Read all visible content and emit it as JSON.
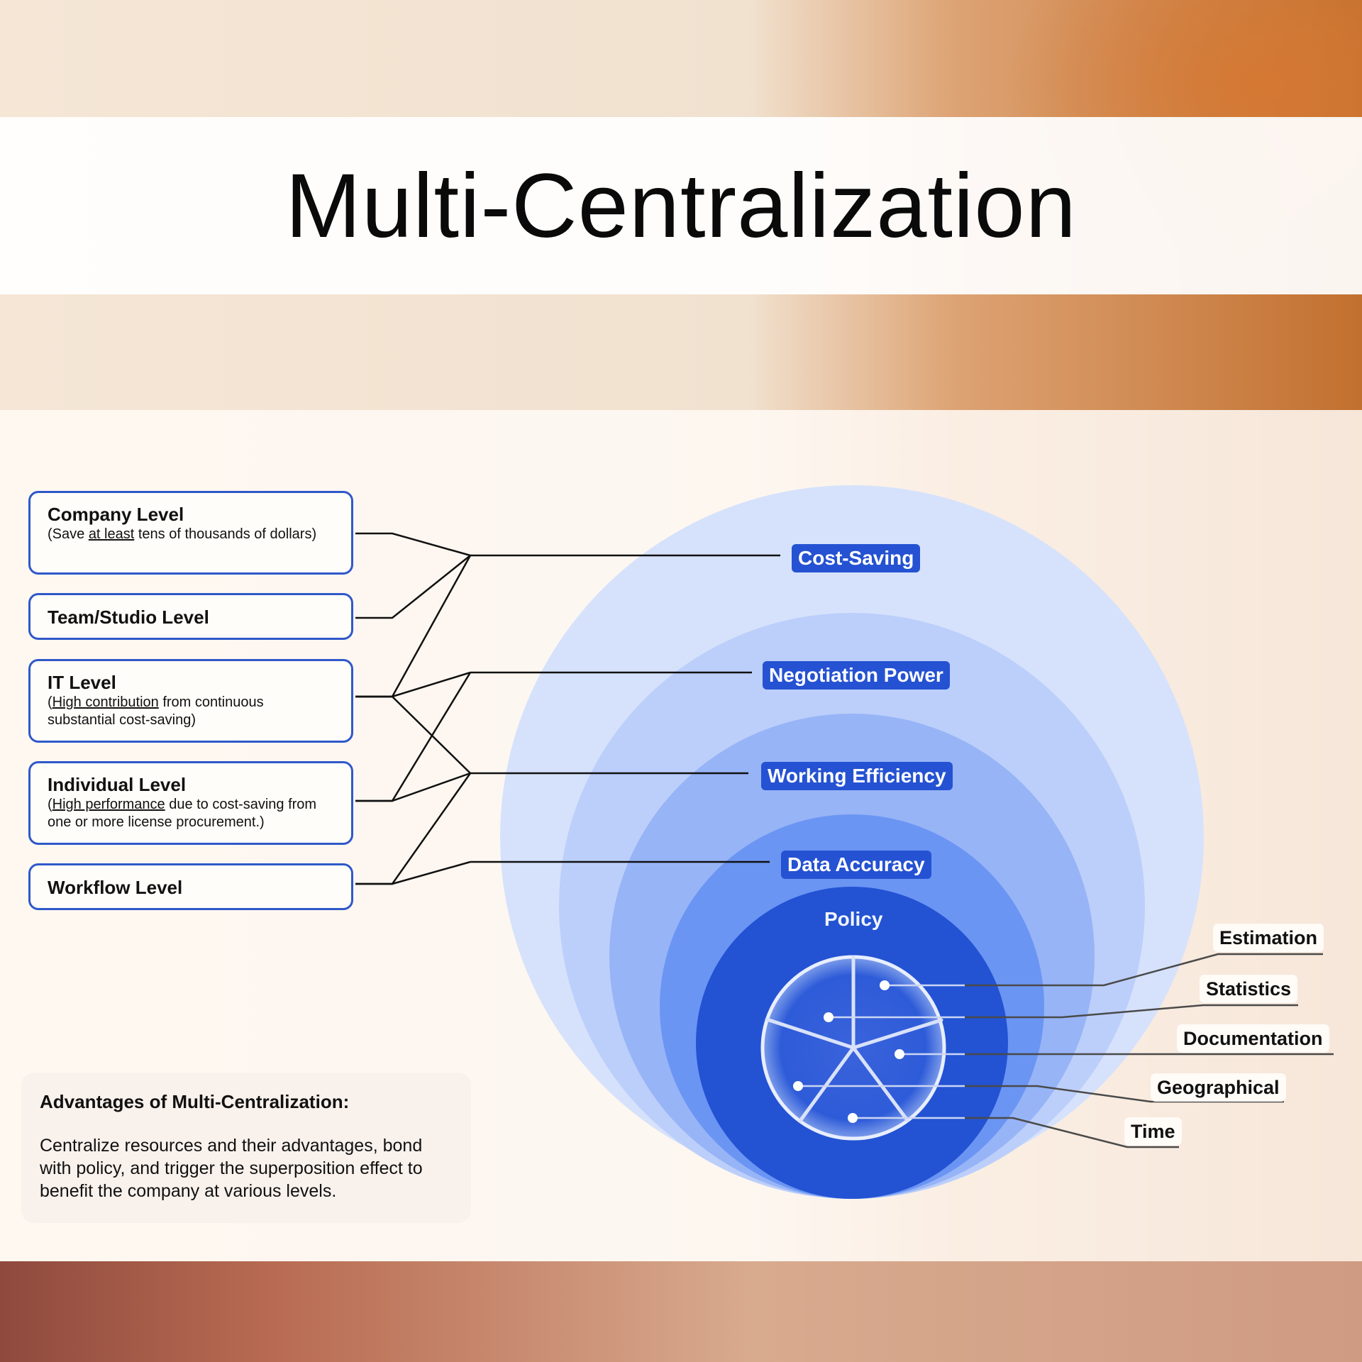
{
  "title": "Multi-Centralization",
  "levels": [
    {
      "title": "Company Level",
      "desc_pre": "(Save ",
      "desc_u": "at least",
      "desc_post": " tens of thousands of dollars)"
    },
    {
      "title": "Team/Studio Level"
    },
    {
      "title": "IT Level",
      "desc_pre": "(",
      "desc_u": "High contribution",
      "desc_post": " from continuous substantial cost-saving)"
    },
    {
      "title": "Individual Level",
      "desc_pre": "(",
      "desc_u": "High performance",
      "desc_post": " due to cost-saving from one or more license procurement.)"
    },
    {
      "title": "Workflow Level"
    }
  ],
  "benefits": [
    "Cost-Saving",
    "Negotiation Power",
    "Working Efficiency",
    "Data Accuracy"
  ],
  "core": "Policy",
  "factors": [
    "Estimation",
    "Statistics",
    "Documentation",
    "Geographical",
    "Time"
  ],
  "advantages": {
    "title": "Advantages of Multi-Centralization:",
    "body": "Centralize resources and their advantages, bond with policy, and trigger the superposition effect to benefit the company at various levels."
  },
  "colors": {
    "ring1": "#d6e2fc",
    "ring2": "#bccffa",
    "ring3": "#97b4f7",
    "ring4": "#6b95f3",
    "core": "#2353d3",
    "badge": "#2552d2",
    "box_border": "#2f58c9"
  }
}
